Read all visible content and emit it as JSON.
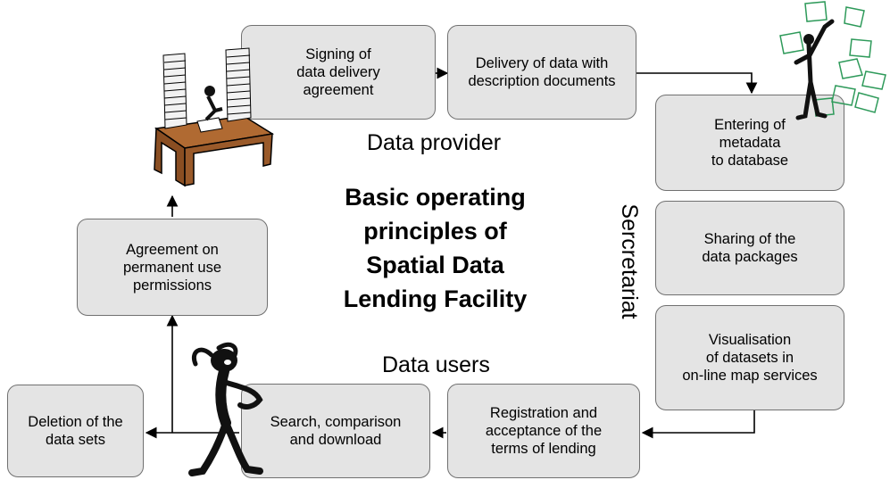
{
  "diagram": {
    "title": "Basic operating\nprinciples of\nSpatial Data\nLending Facility",
    "labels": {
      "data_provider": "Data provider",
      "data_users": "Data users",
      "secretariat": "Sercretariat"
    },
    "boxes": {
      "signing": "Signing of\ndata delivery\nagreement",
      "delivery": "Delivery of data with\ndescription documents",
      "entering": "Entering of\nmetadata\nto database",
      "sharing": "Sharing of the\ndata packages",
      "visualisation": "Visualisation\nof datasets in\non-line map services",
      "registration": "Registration and\nacceptance of the\nterms of lending",
      "search": "Search, comparison\nand download",
      "deletion": "Deletion of the\ndata sets",
      "agreement": "Agreement on\npermanent use\npermissions"
    },
    "colors": {
      "box_fill": "#e4e4e4",
      "box_border": "#707070",
      "desk": "#9a5a2a",
      "paper_outline": "#2e9a5a"
    },
    "icons": [
      "desk-with-paper-stacks-icon",
      "person-throwing-papers-icon",
      "thinking-person-icon"
    ]
  }
}
